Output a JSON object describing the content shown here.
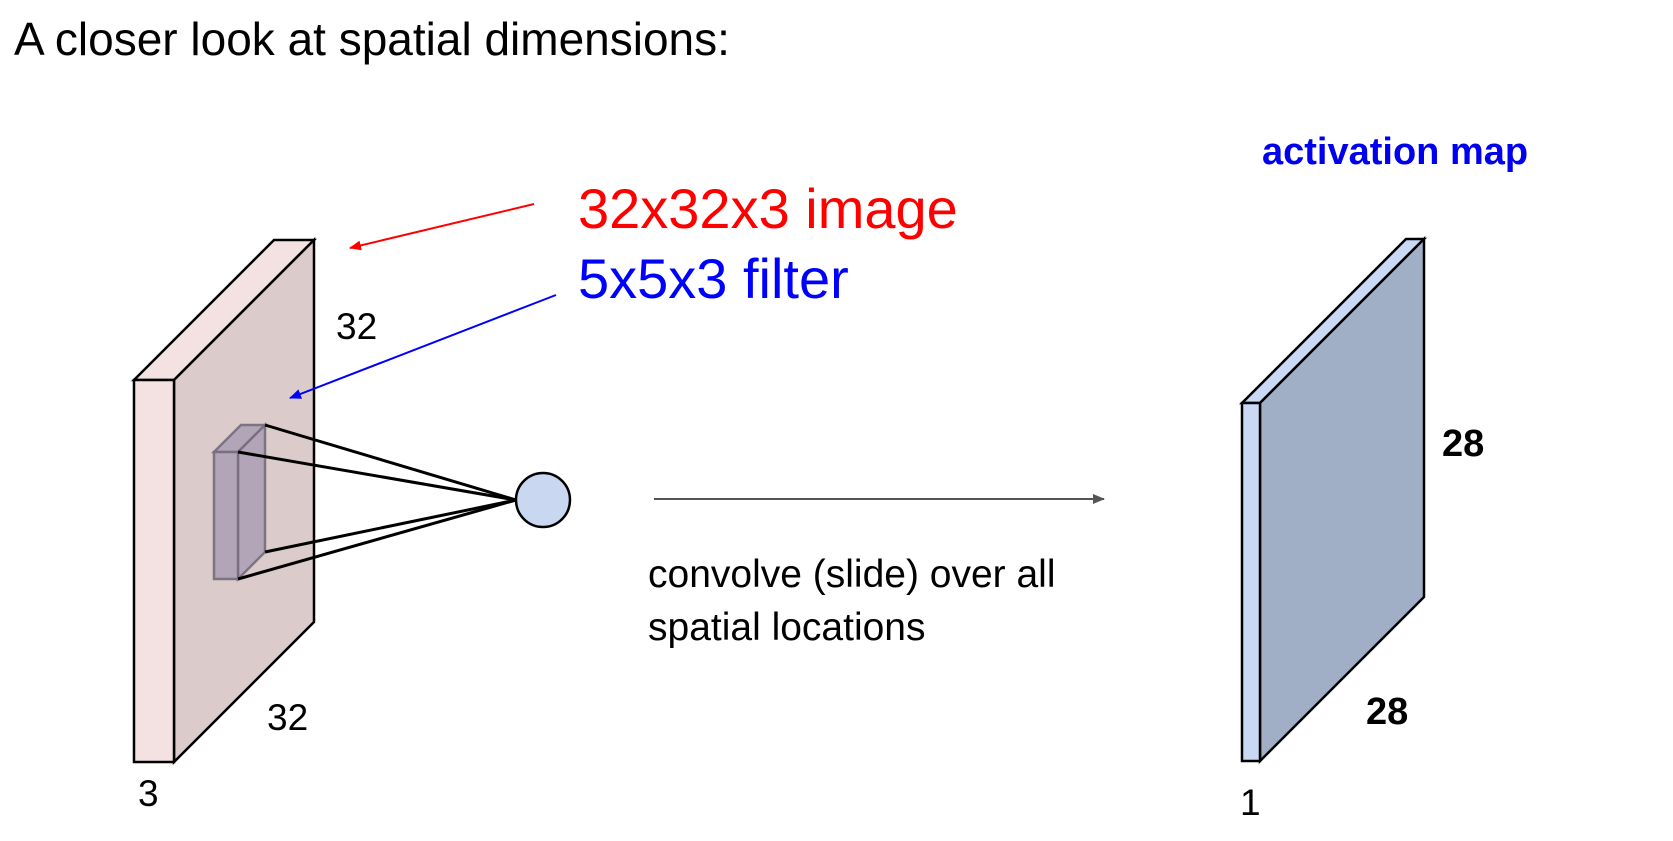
{
  "title": "A closer look at spatial dimensions:",
  "input_volume": {
    "label": "32x32x3 image",
    "label_color": "#ff0000",
    "height_label": "32",
    "width_label": "32",
    "depth_label": "3",
    "front_color": "#dccbcb",
    "side_color": "#f4e2e2"
  },
  "filter": {
    "label": "5x5x3 filter",
    "label_color": "#0000ff",
    "color": "#b0a4b8"
  },
  "neuron": {
    "color": "#c9d7f1"
  },
  "operation": {
    "caption_line1": "convolve (slide) over all",
    "caption_line2": "spatial locations"
  },
  "output": {
    "label": "activation map",
    "label_color": "#0000ee",
    "height_label": "28",
    "width_label": "28",
    "depth_label": "1",
    "front_color": "#a0afc6",
    "side_color": "#c9d8f3"
  }
}
